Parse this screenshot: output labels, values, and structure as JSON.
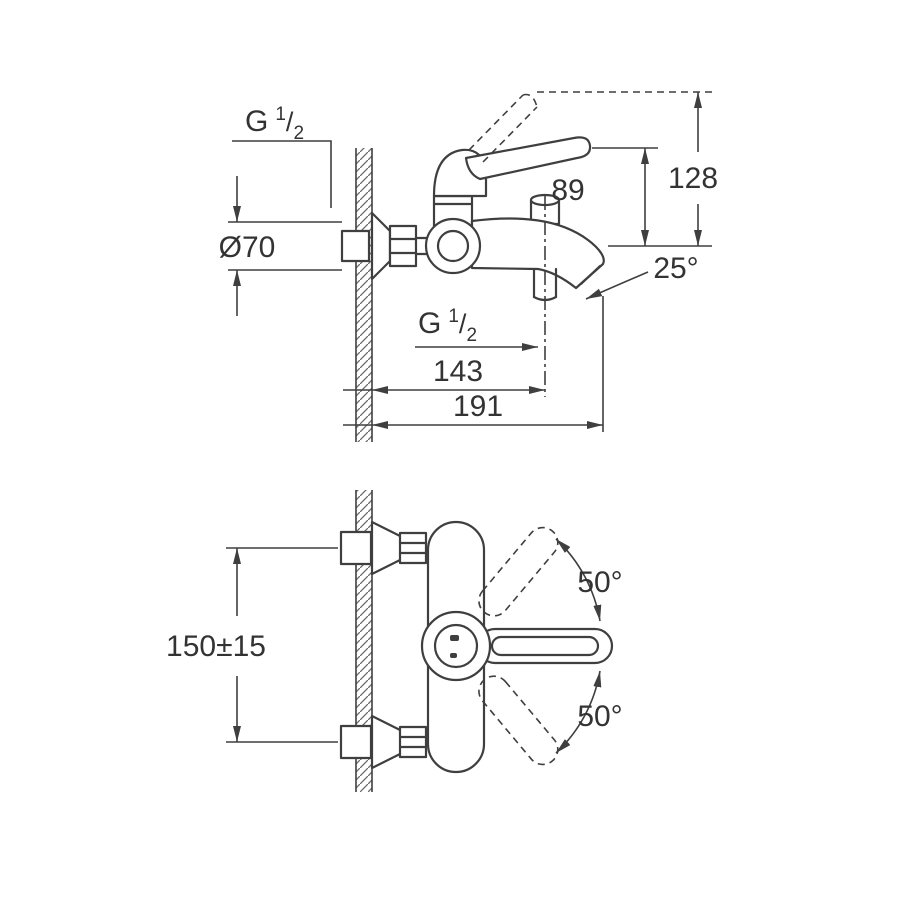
{
  "drawing": {
    "background": "#ffffff",
    "line_color": "#3f3f3f",
    "text_color": "#333333"
  },
  "side_view": {
    "inlet_thread": {
      "prefix": "G",
      "numerator": "1",
      "slash": "/",
      "denominator": "2"
    },
    "escutcheon_diameter": "Ø70",
    "handle_height": "89",
    "raised_handle_height": "128",
    "spout_angle": "25°",
    "outlet_thread": {
      "prefix": "G",
      "numerator": "1",
      "slash": "/",
      "denominator": "2"
    },
    "wall_to_outlet": "143",
    "wall_to_spout_tip": "191"
  },
  "front_view": {
    "mounting_centers": "150±15",
    "swing_up": "50°",
    "swing_down": "50°"
  }
}
